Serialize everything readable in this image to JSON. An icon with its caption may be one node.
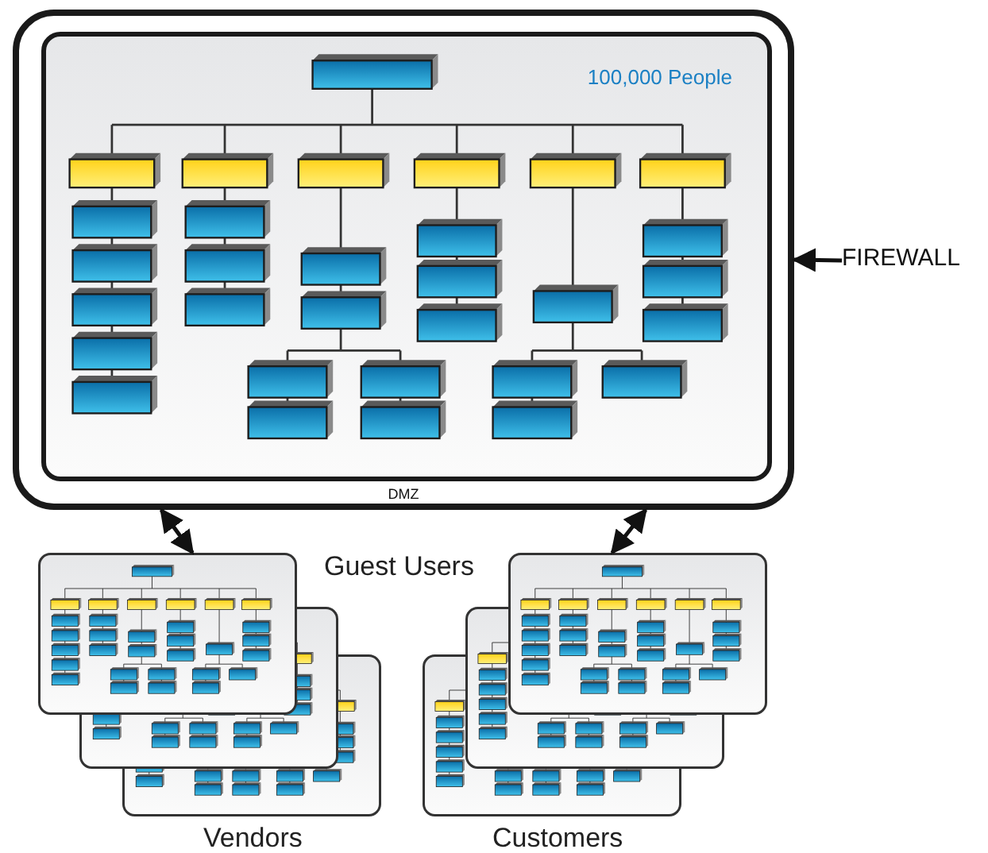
{
  "diagram": {
    "nodes": [
      {
        "text": [
          "DMZ"
        ]
      },
      {
        "text": [
          "100,000 People"
        ],
        "in": 0
      },
      {
        "text": [
          "FIREWALL"
        ]
      },
      {
        "text": [],
        "shape": "box",
        "beside": [
          "Vendors"
        ]
      },
      {
        "text": [],
        "shape": "box",
        "beside": [
          "Customers"
        ]
      }
    ],
    "edges": [
      {
        "from": 0,
        "to": 3,
        "arrow": "both"
      },
      {
        "from": 0,
        "to": 4,
        "arrow": "both"
      },
      {
        "from": 2,
        "to": 0,
        "arrow": "to"
      }
    ],
    "labels": [
      "Guest Users"
    ]
  }
}
